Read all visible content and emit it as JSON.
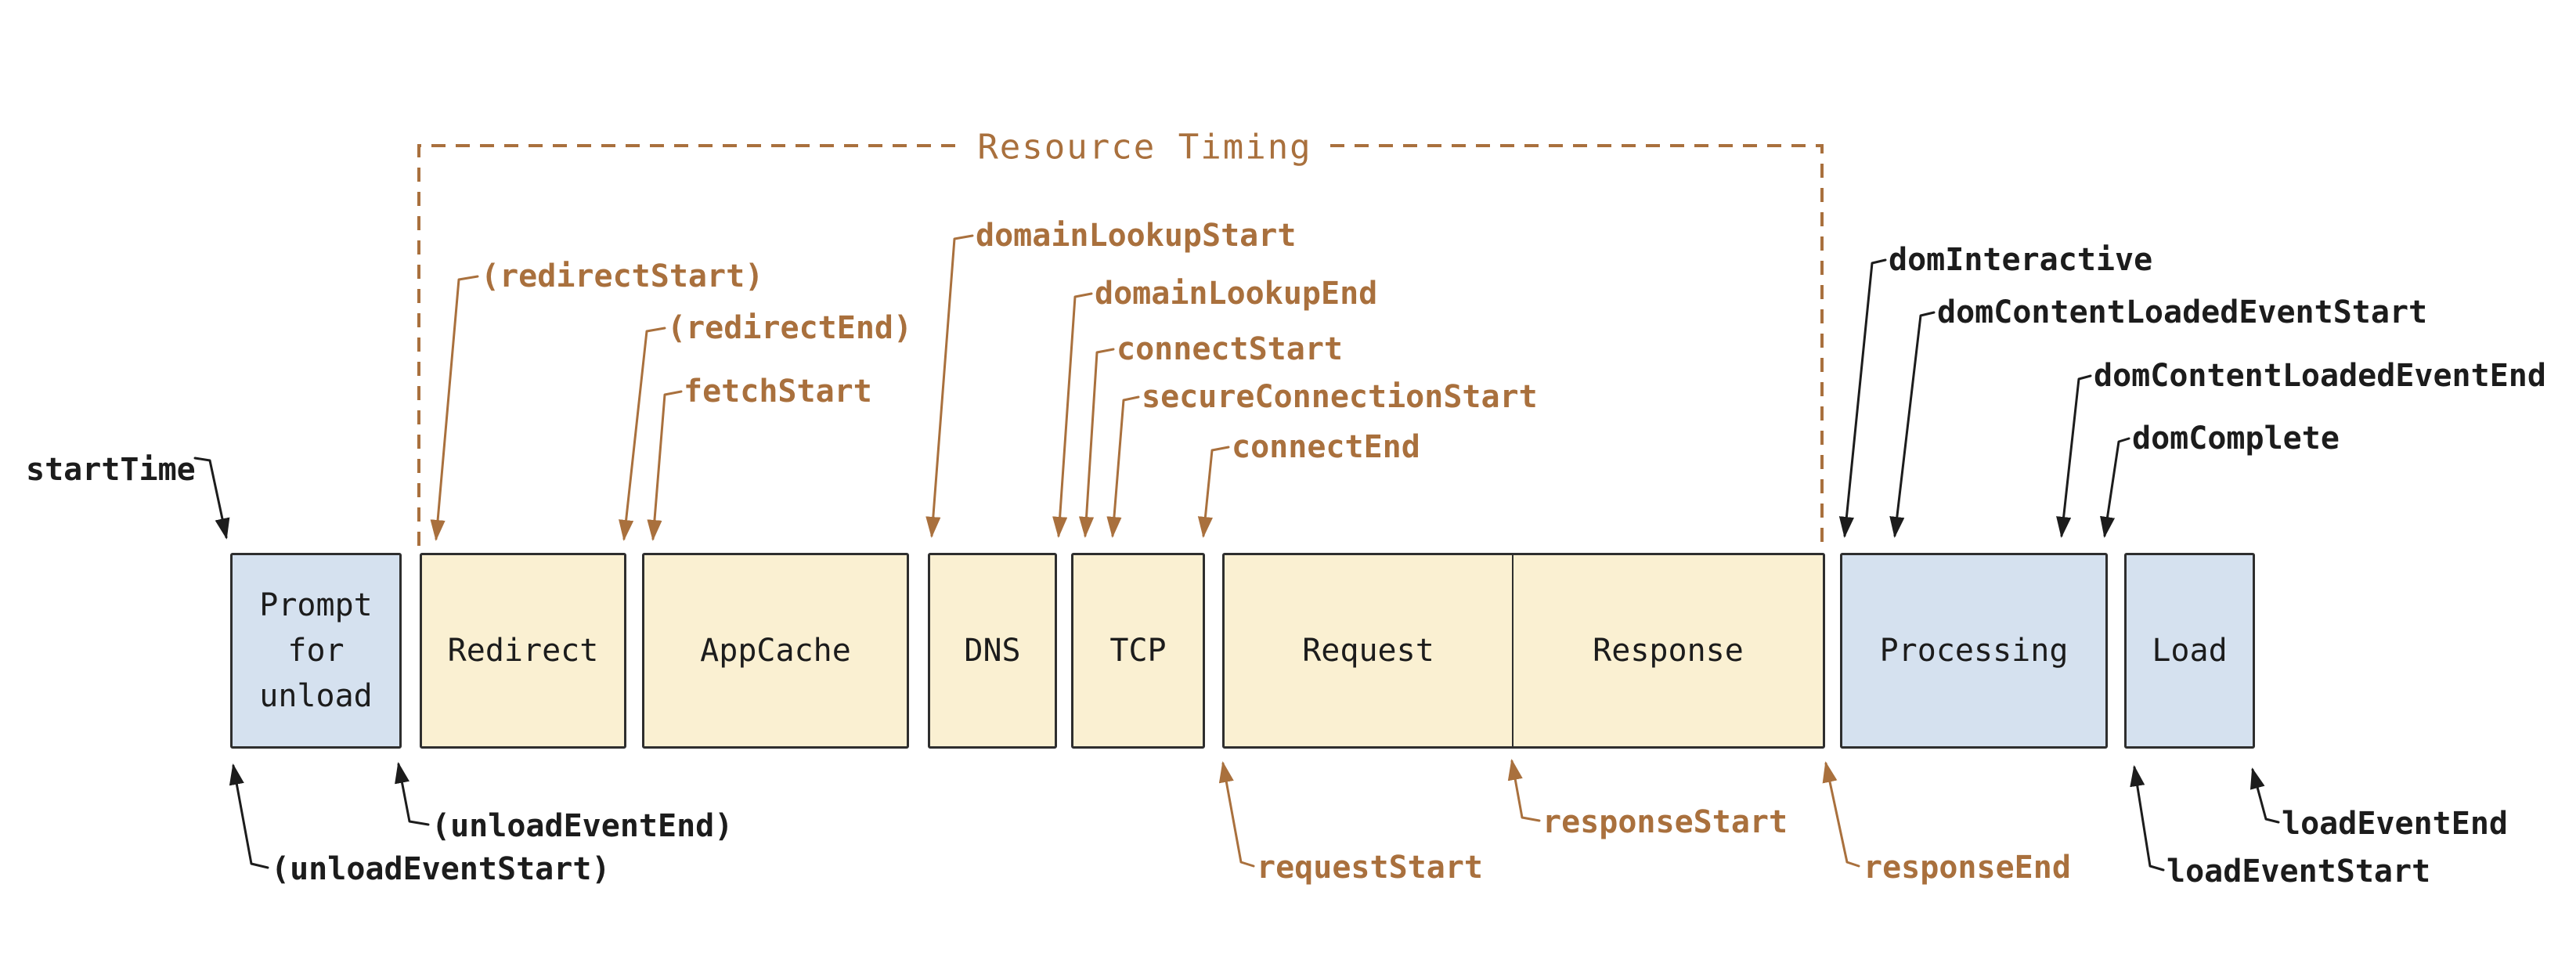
{
  "diagram": {
    "title": "Resource Timing",
    "boxes": [
      {
        "name": "prompt-for-unload",
        "label": "Prompt\nfor\nunload",
        "color": "blue"
      },
      {
        "name": "redirect",
        "label": "Redirect",
        "color": "cream"
      },
      {
        "name": "appcache",
        "label": "AppCache",
        "color": "cream"
      },
      {
        "name": "dns",
        "label": "DNS",
        "color": "cream"
      },
      {
        "name": "tcp",
        "label": "TCP",
        "color": "cream"
      },
      {
        "name": "request",
        "label": "Request",
        "color": "cream"
      },
      {
        "name": "response",
        "label": "Response",
        "color": "cream"
      },
      {
        "name": "processing",
        "label": "Processing",
        "color": "blue"
      },
      {
        "name": "load",
        "label": "Load",
        "color": "blue"
      }
    ],
    "labels": {
      "startTime": "startTime",
      "unloadEventStart": "(unloadEventStart)",
      "unloadEventEnd": "(unloadEventEnd)",
      "redirectStart": "(redirectStart)",
      "redirectEnd": "(redirectEnd)",
      "fetchStart": "fetchStart",
      "domainLookupStart": "domainLookupStart",
      "domainLookupEnd": "domainLookupEnd",
      "connectStart": "connectStart",
      "secureConnectionStart": "secureConnectionStart",
      "connectEnd": "connectEnd",
      "requestStart": "requestStart",
      "responseStart": "responseStart",
      "responseEnd": "responseEnd",
      "domInteractive": "domInteractive",
      "domContentLoadedEventStart": "domContentLoadedEventStart",
      "domContentLoadedEventEnd": "domContentLoadedEventEnd",
      "domComplete": "domComplete",
      "loadEventStart": "loadEventStart",
      "loadEventEnd": "loadEventEnd"
    },
    "colors": {
      "accent_brown": "#a9703d",
      "text_black": "#1c1c1c",
      "box_fill_blue": "#d5e1ef",
      "box_fill_cream": "#faf0d2",
      "box_border": "#2e2e2e"
    }
  }
}
